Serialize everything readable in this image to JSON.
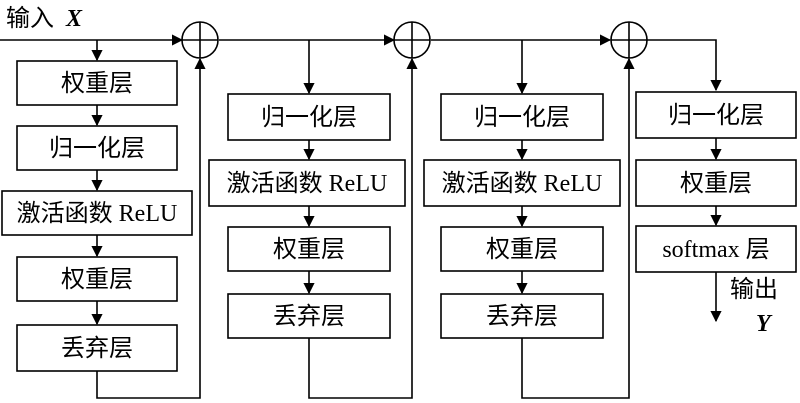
{
  "input": {
    "prefix": "输入",
    "symbol": "X"
  },
  "output": {
    "prefix": "输出",
    "symbol": "Y"
  },
  "blocks": [
    {
      "layers": [
        "权重层",
        "归一化层",
        "激活函数 ReLU",
        "权重层",
        "丢弃层"
      ]
    },
    {
      "layers": [
        "归一化层",
        "激活函数 ReLU",
        "权重层",
        "丢弃层"
      ]
    },
    {
      "layers": [
        "归一化层",
        "激活函数 ReLU",
        "权重层",
        "丢弃层"
      ]
    },
    {
      "layers": [
        "归一化层",
        "权重层",
        "softmax 层"
      ]
    }
  ]
}
